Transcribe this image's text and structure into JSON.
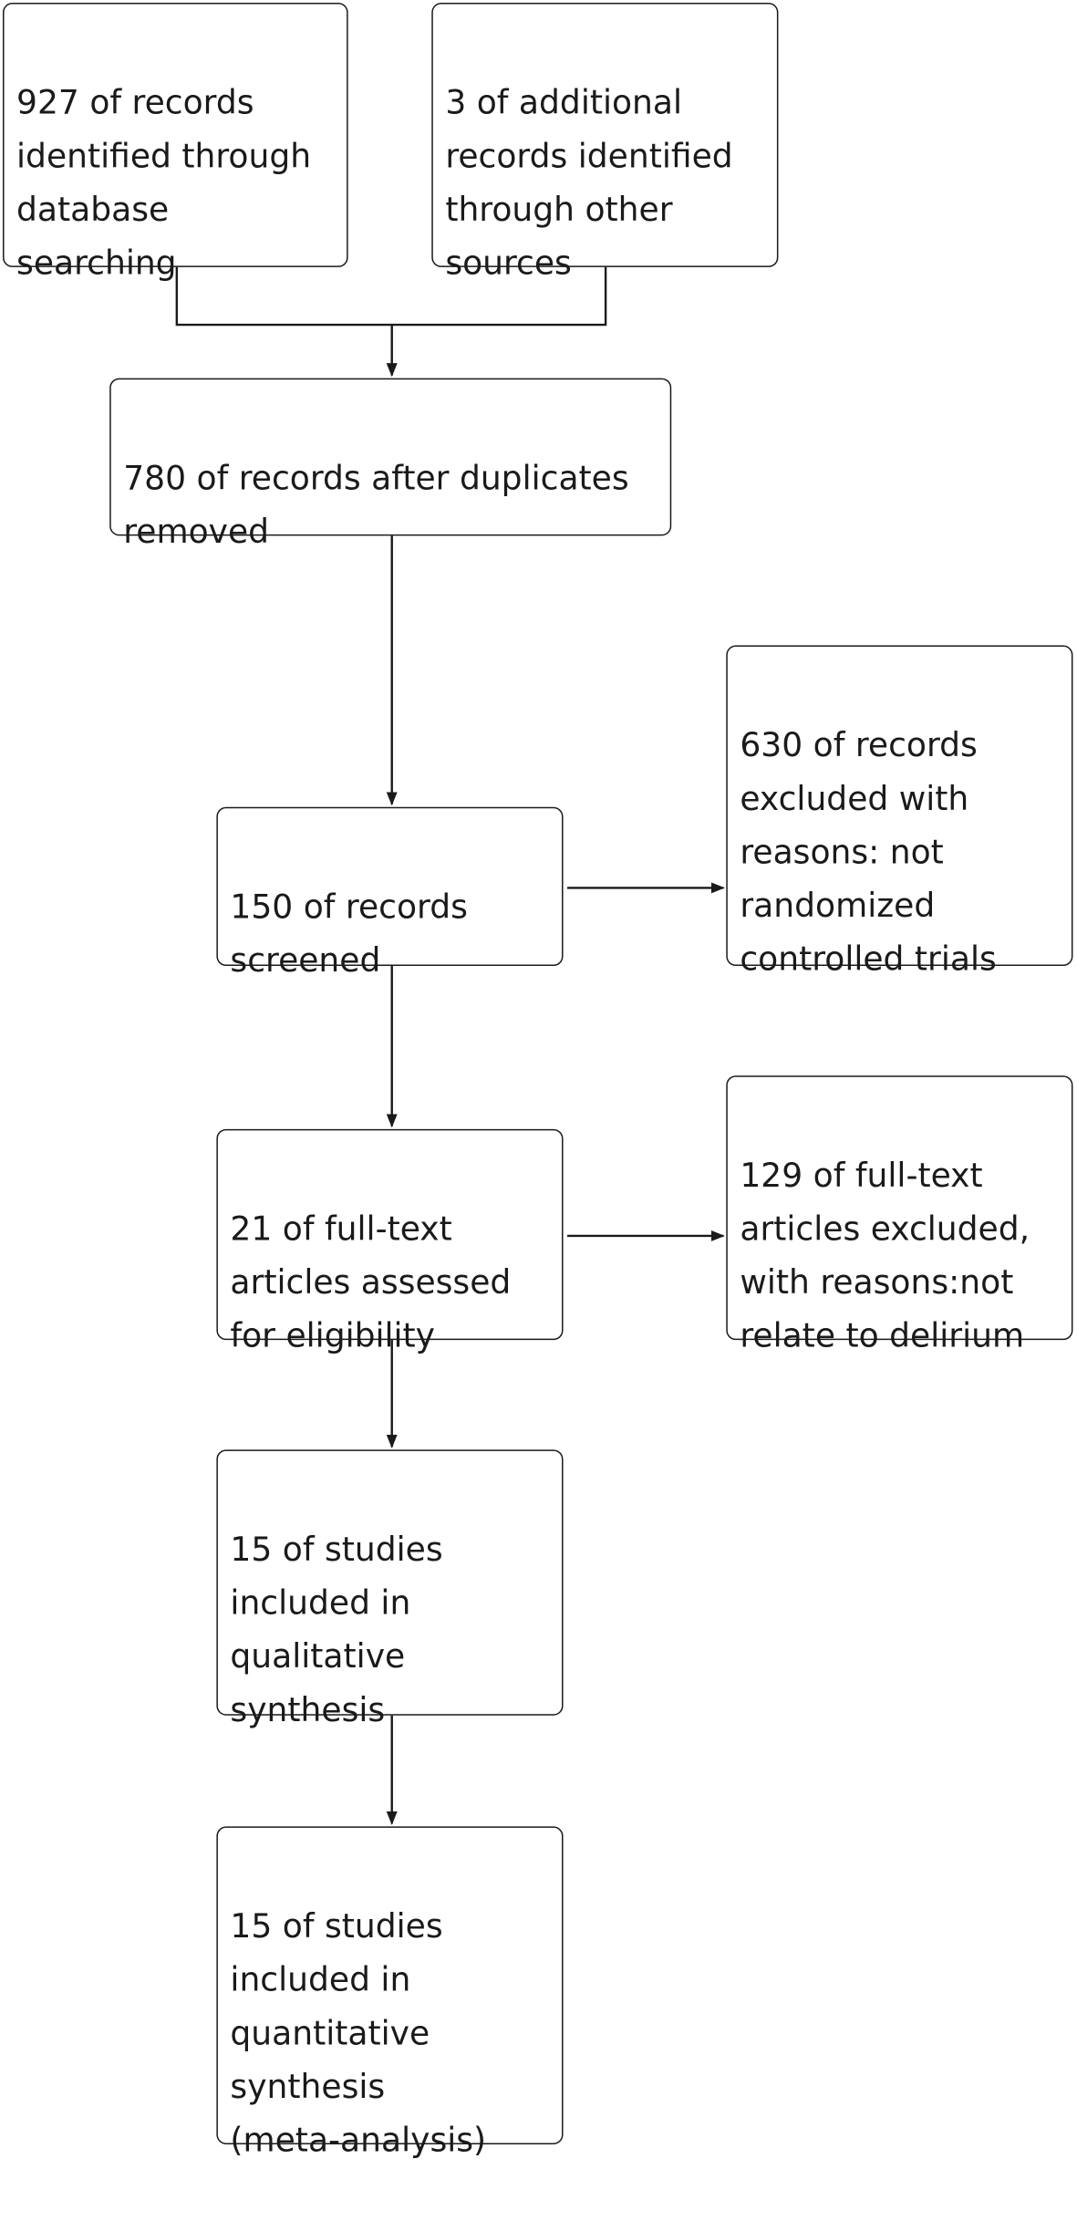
{
  "flow": {
    "identification": {
      "database": "927 of records\nidentified through\ndatabase\nsearching",
      "other_sources": "3 of additional\nrecords identified\nthrough other\nsources"
    },
    "after_duplicates": "780 of records after duplicates\nremoved",
    "screened": "150 of records\nscreened",
    "excluded_records": "630 of records\nexcluded with\nreasons: not\nrandomized\ncontrolled trials",
    "full_text_assessed": "21 of full-text\narticles assessed\nfor eligibility",
    "full_text_excluded": "129 of full-text\narticles excluded,\nwith reasons:not\nrelate to delirium",
    "qualitative": "15 of studies\nincluded in\nqualitative\nsynthesis",
    "quantitative": "15 of studies\nincluded in\nquantitative\nsynthesis\n(meta-analysis)"
  },
  "colors": {
    "line": "#1a1a1a",
    "background": "#ffffff"
  }
}
